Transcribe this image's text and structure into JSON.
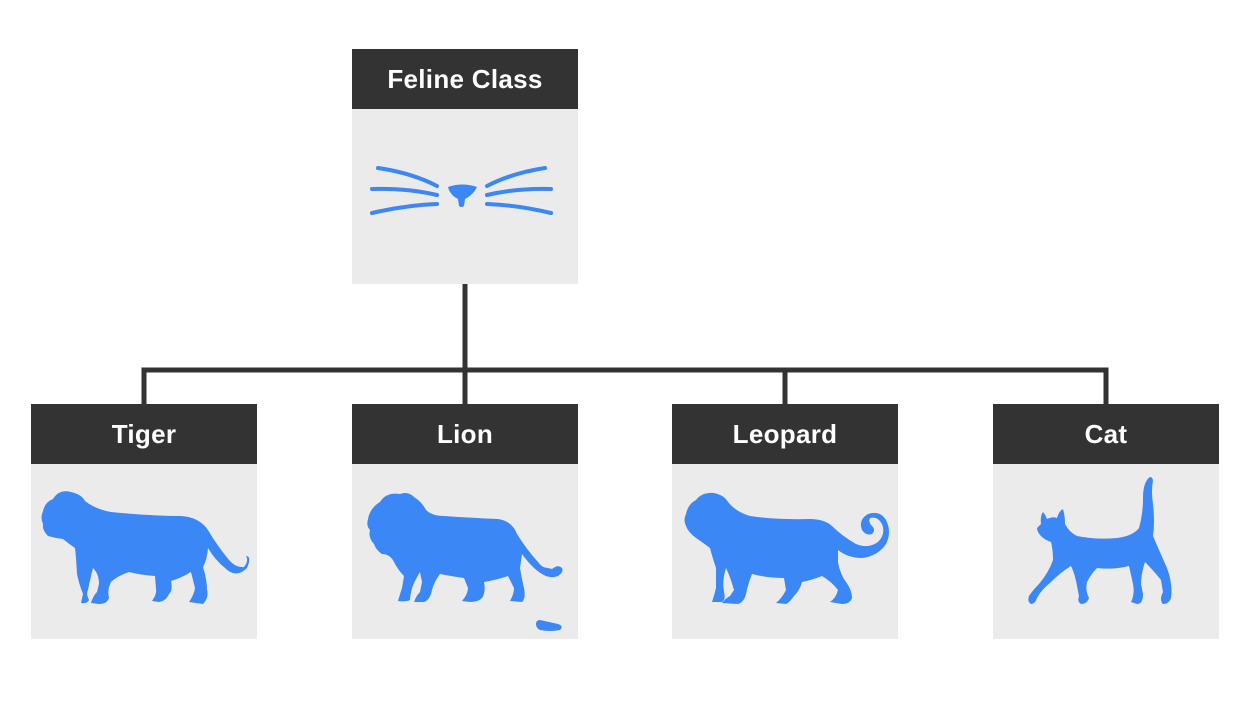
{
  "diagram": {
    "root": {
      "label": "Feline Class",
      "icon": "cat-whiskers-icon"
    },
    "children": [
      {
        "label": "Tiger",
        "icon": "tiger-silhouette-icon"
      },
      {
        "label": "Lion",
        "icon": "lion-silhouette-icon"
      },
      {
        "label": "Leopard",
        "icon": "leopard-silhouette-icon"
      },
      {
        "label": "Cat",
        "icon": "cat-silhouette-icon"
      }
    ]
  },
  "colors": {
    "header": "#333333",
    "card": "#ebebeb",
    "icon": "#3a87f5",
    "connector": "#333333"
  }
}
